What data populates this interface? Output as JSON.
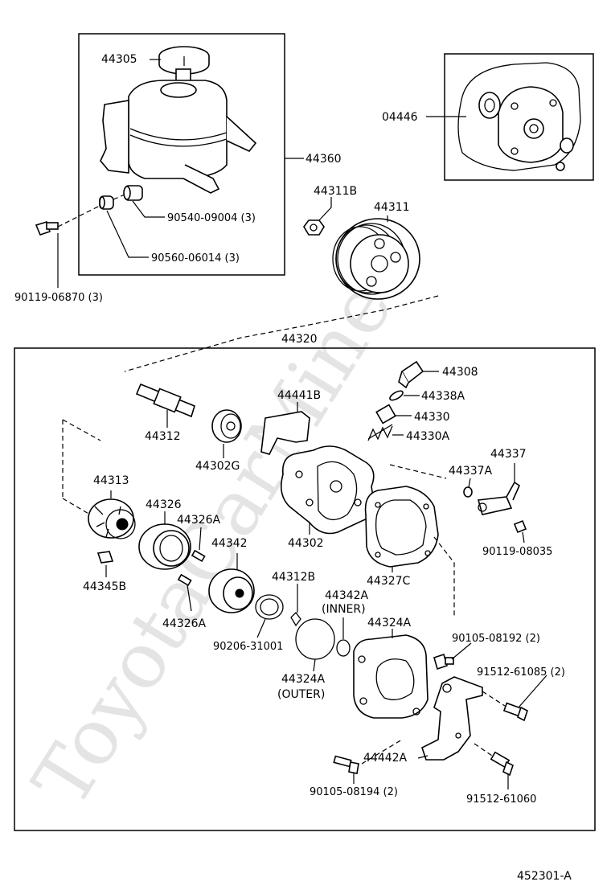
{
  "watermark": "ToyotaCarMine.",
  "diagram_id": "452301-A",
  "labels": {
    "l44305": "44305",
    "l44360": "44360",
    "l04446": "04446",
    "l90540": "90540-09004 (3)",
    "l90560": "90560-06014 (3)",
    "l90119_06870": "90119-06870 (3)",
    "l44311B": "44311B",
    "l44311": "44311",
    "l44320": "44320",
    "l44308": "44308",
    "l44338A": "44338A",
    "l44441B": "44441B",
    "l44330": "44330",
    "l44330A": "44330A",
    "l44312": "44312",
    "l44302G": "44302G",
    "l44337": "44337",
    "l44337A": "44337A",
    "l44313": "44313",
    "l44326": "44326",
    "l44326A_top": "44326A",
    "l44302": "44302",
    "l90119_08035": "90119-08035",
    "l44342": "44342",
    "l44345B": "44345B",
    "l44327C": "44327C",
    "l44312B": "44312B",
    "l44342A": "44342A",
    "l_inner": "(INNER)",
    "l44326A_bot": "44326A",
    "l44324A_top": "44324A",
    "l90105_08192": "90105-08192 (2)",
    "l90206": "90206-31001",
    "l91512_61085": "91512-61085 (2)",
    "l44324A_bot": "44324A",
    "l_outer": "(OUTER)",
    "l44442A": "44442A",
    "l90105_08194": "90105-08194 (2)",
    "l91512_61060": "91512-61060"
  }
}
